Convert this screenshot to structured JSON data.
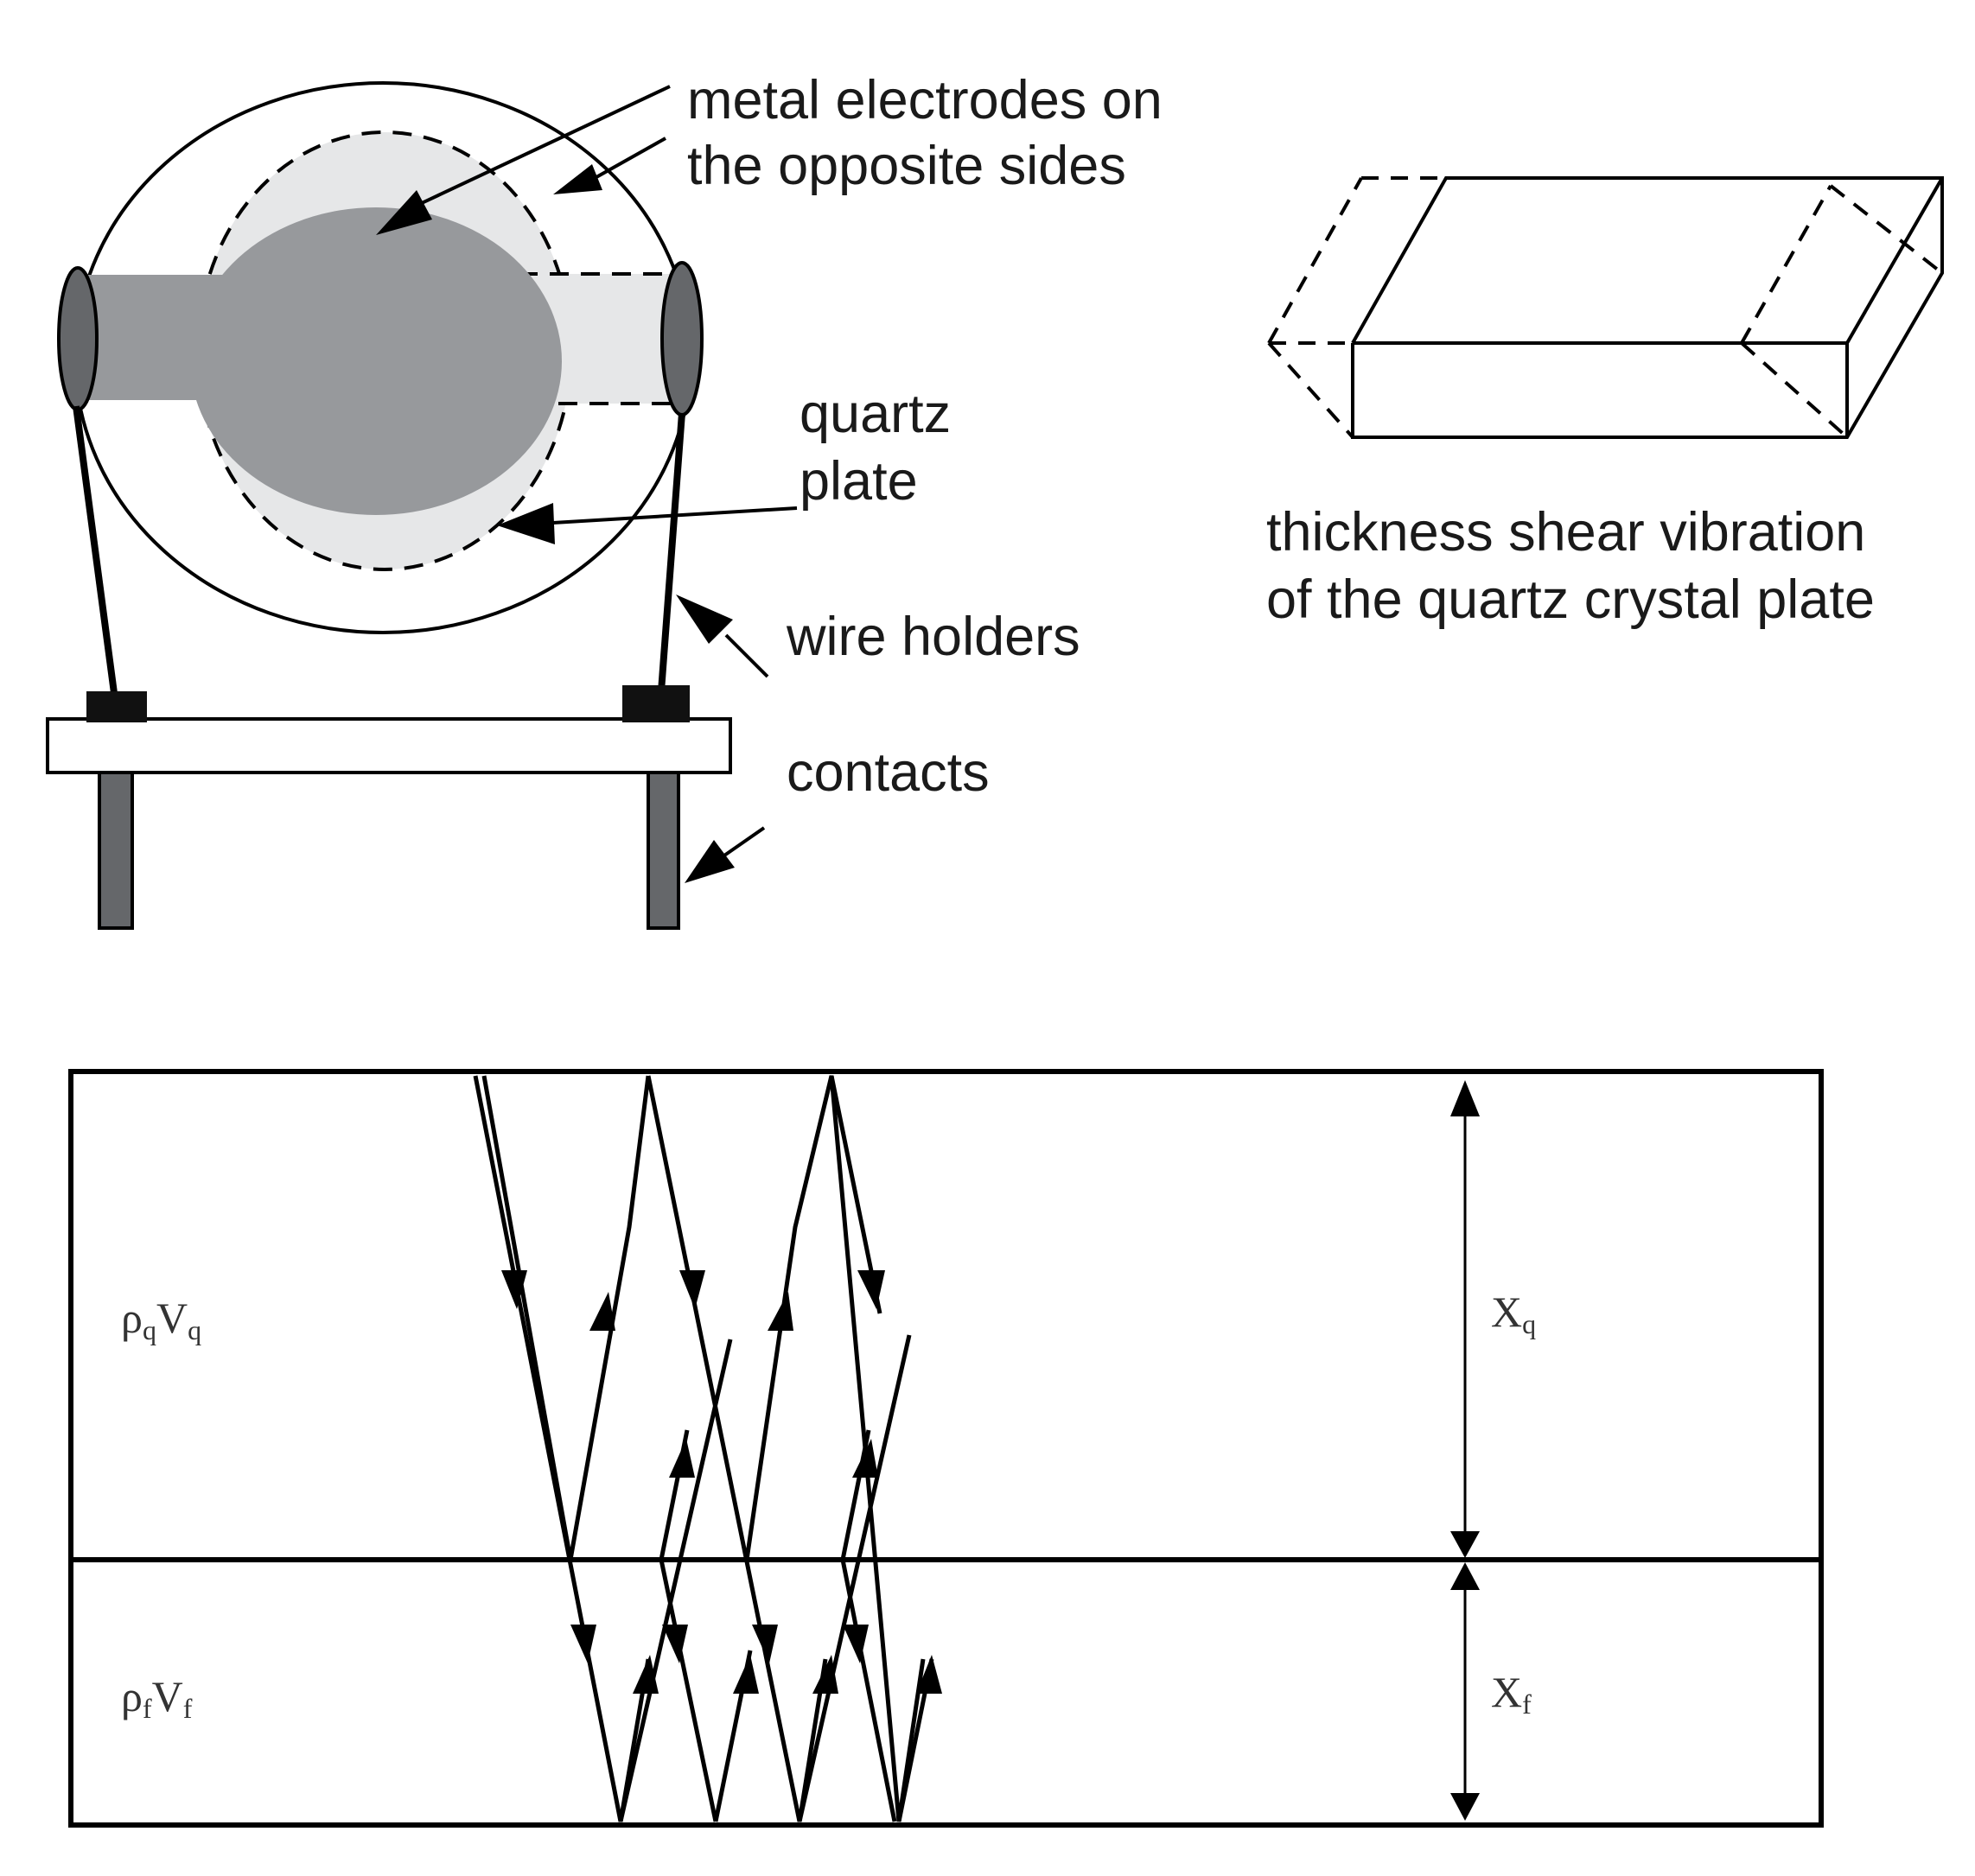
{
  "crystal": {
    "labels": {
      "electrodes_line1": "metal electrodes on",
      "electrodes_line2": "the opposite sides",
      "plate_line1": "quartz",
      "plate_line2": "plate",
      "wire_holders": "wire holders",
      "contacts": "contacts"
    },
    "colors": {
      "electrode_front": "#97999c",
      "electrode_back": "#e6e7e8",
      "holder": "#65676a",
      "contact_pad": "#111111"
    }
  },
  "shear": {
    "caption_line1": "thickness shear vibration",
    "caption_line2": "of the quartz crystal plate"
  },
  "wave": {
    "quartz_layer": {
      "rho": "ρ",
      "rho_sub": "q",
      "v": "V",
      "v_sub": "q",
      "x": "X",
      "x_sub": "q"
    },
    "film_layer": {
      "rho": "ρ",
      "rho_sub": "f",
      "v": "V",
      "v_sub": "f",
      "x": "X",
      "x_sub": "f"
    }
  }
}
